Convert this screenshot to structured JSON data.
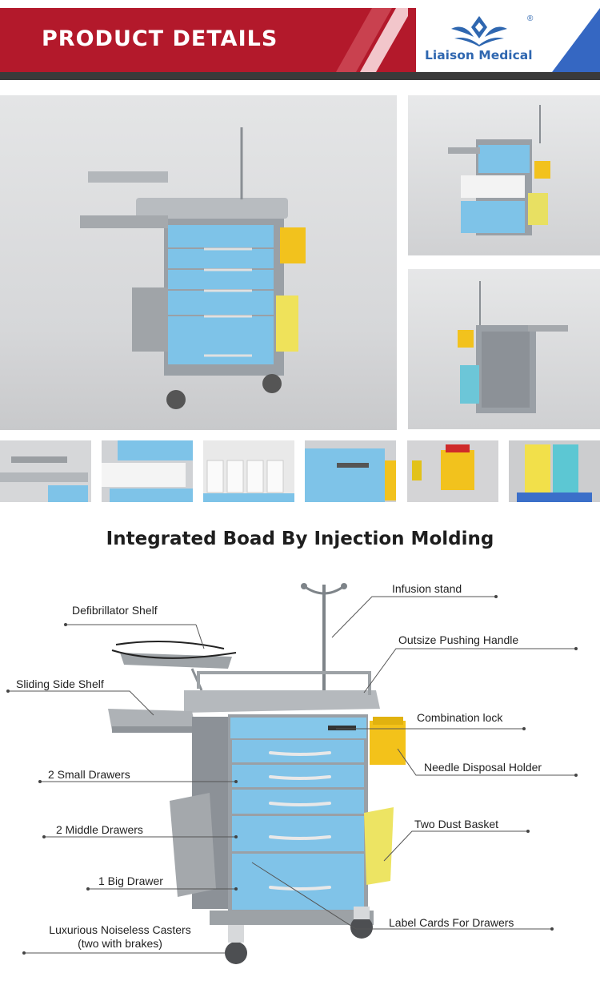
{
  "header": {
    "title": "PRODUCT DETAILS",
    "brand": "Liaison Medical",
    "registered": "®",
    "colors": {
      "red": "#b3192b",
      "blue": "#2f67b0",
      "dark": "#3a3a3a"
    }
  },
  "section": {
    "heading": "Integrated Boad By Injection Molding"
  },
  "labels": {
    "infusion_stand": "Infusion stand",
    "defibrillator_shelf": "Defibrillator Shelf",
    "outsize_pushing_handle": "Outsize Pushing Handle",
    "sliding_side_shelf": "Sliding Side Shelf",
    "combination_lock": "Combination lock",
    "needle_disposal_holder": "Needle Disposal Holder",
    "small_drawers": "2 Small Drawers",
    "two_dust_basket": "Two Dust Basket",
    "middle_drawers": "2 Middle Drawers",
    "big_drawer": "1 Big Drawer",
    "label_cards": "Label Cards For Drawers",
    "casters_line1": "Luxurious Noiseless Casters",
    "casters_line2": "(two with brakes)"
  }
}
